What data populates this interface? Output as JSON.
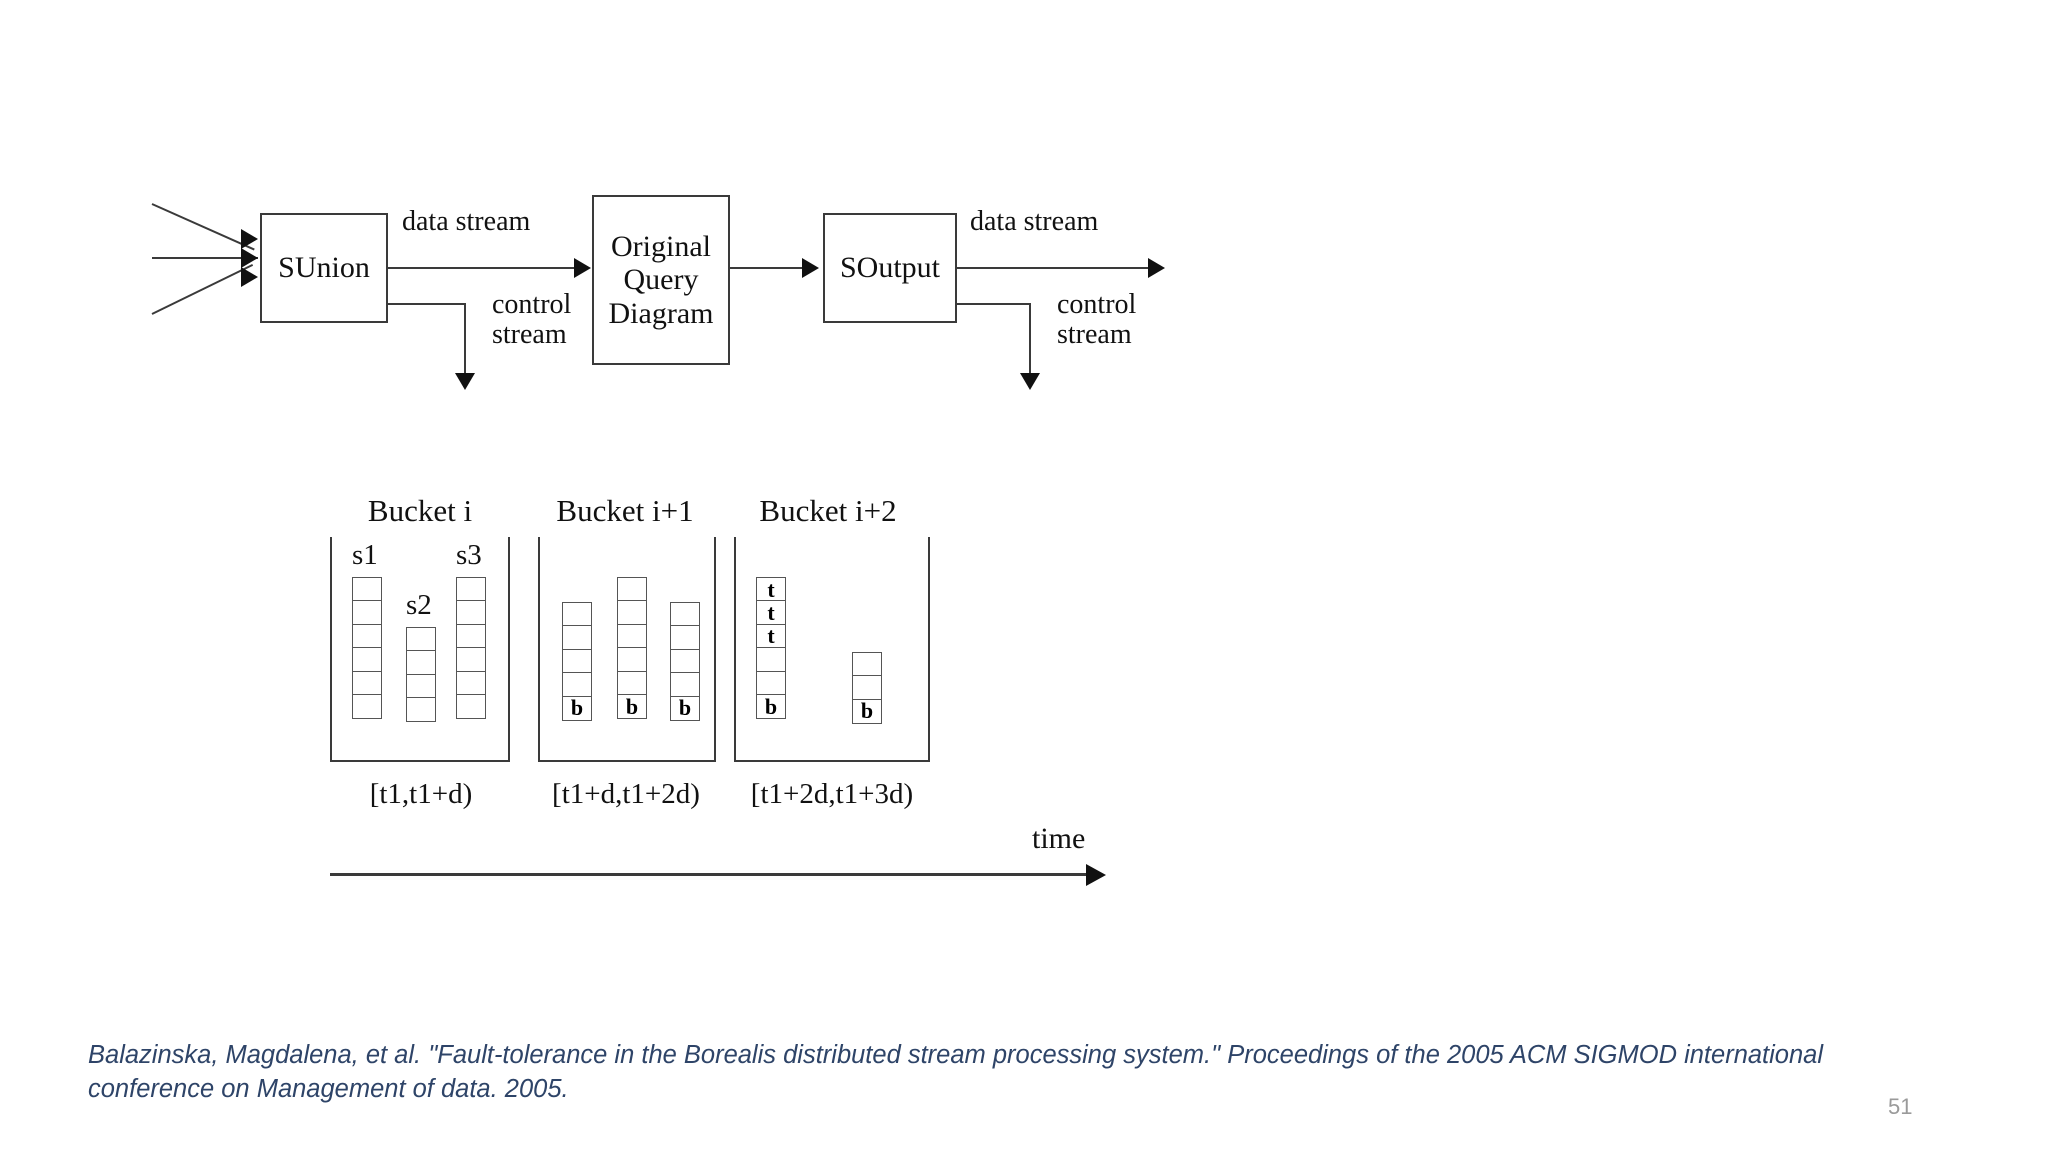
{
  "slide": {
    "number": "51",
    "background": "#ffffff"
  },
  "citation": {
    "line1": "Balazinska, Magdalena, et al. \"Fault-tolerance in the Borealis distributed stream processing system.\" Proceedings of the",
    "line2": "2005 ACM SIGMOD international conference on Management of data. 2005.",
    "color": "#2e4468"
  },
  "flow_diagram": {
    "blocks": [
      {
        "id": "sunion",
        "label": "SUnion"
      },
      {
        "id": "original_query",
        "label_line1": "Original",
        "label_line2": "Query",
        "label_line3": "Diagram"
      },
      {
        "id": "soutput",
        "label": "SOutput"
      }
    ],
    "edge_labels": {
      "data_stream_1": "data stream",
      "control_1_line1": "control",
      "control_1_line2": "stream",
      "data_stream_2": "data stream",
      "control_2_line1": "control",
      "control_2_line2": "stream"
    },
    "input_arrow_count": 3
  },
  "bucket_diagram": {
    "time_axis_label": "time",
    "buckets": [
      {
        "title": "Bucket i",
        "interval": "[t1,t1+d)",
        "stacks": [
          {
            "label": "s1",
            "cells": [
              "",
              "",
              "",
              "",
              "",
              ""
            ]
          },
          {
            "label": "s2",
            "cells": [
              "",
              "",
              "",
              ""
            ]
          },
          {
            "label": "s3",
            "cells": [
              "",
              "",
              "",
              "",
              "",
              ""
            ]
          }
        ]
      },
      {
        "title": "Bucket i+1",
        "interval": "[t1+d,t1+2d)",
        "stacks": [
          {
            "label": "",
            "cells": [
              "",
              "",
              "",
              "",
              "b"
            ]
          },
          {
            "label": "",
            "cells": [
              "",
              "",
              "",
              "",
              "",
              "b"
            ]
          },
          {
            "label": "",
            "cells": [
              "",
              "",
              "",
              "",
              "b"
            ]
          }
        ]
      },
      {
        "title": "Bucket i+2",
        "interval": "[t1+2d,t1+3d)",
        "stacks": [
          {
            "label": "",
            "cells": [
              "t",
              "t",
              "t",
              "",
              "",
              "b"
            ]
          },
          {
            "label": "",
            "cells": [
              "",
              "",
              "b"
            ]
          }
        ]
      }
    ]
  }
}
